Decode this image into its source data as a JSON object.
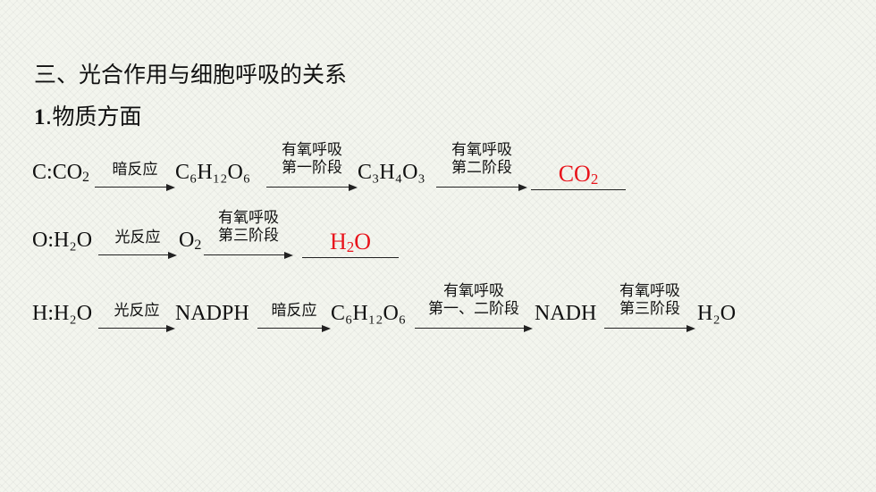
{
  "heading": "三、光合作用与细胞呼吸的关系",
  "subheading": {
    "number": "1",
    "text": ".物质方面"
  },
  "colors": {
    "answer": "#e8141c",
    "text": "#111111"
  },
  "rows": {
    "carbon": {
      "label": "C:",
      "co2": "CO",
      "arrow1": "暗反应",
      "glucose": "C₆H₁₂O₆",
      "arrow2_top": "有氧呼吸",
      "arrow2_bottom": "第一阶段",
      "pyruvate": "C₃H₄O₃",
      "arrow3_top": "有氧呼吸",
      "arrow3_bottom": "第二阶段",
      "answer": "CO"
    },
    "oxygen": {
      "label": "O:",
      "water": "H₂O",
      "arrow1": "光反应",
      "o2": "O",
      "arrow2_top": "有氧呼吸",
      "arrow2_bottom": "第三阶段",
      "answer_h": "H",
      "answer_o": "O"
    },
    "hydrogen": {
      "label": "H:",
      "water": "H₂O",
      "arrow1": "光反应",
      "nadph": "NADPH",
      "arrow2": "暗反应",
      "glucose": "C₆H₁₂O₆",
      "arrow3_top": "有氧呼吸",
      "arrow3_bottom": "第一、二阶段",
      "nadh": "NADH",
      "arrow4_top": "有氧呼吸",
      "arrow4_bottom": "第三阶段",
      "water_out": "H₂O"
    }
  }
}
